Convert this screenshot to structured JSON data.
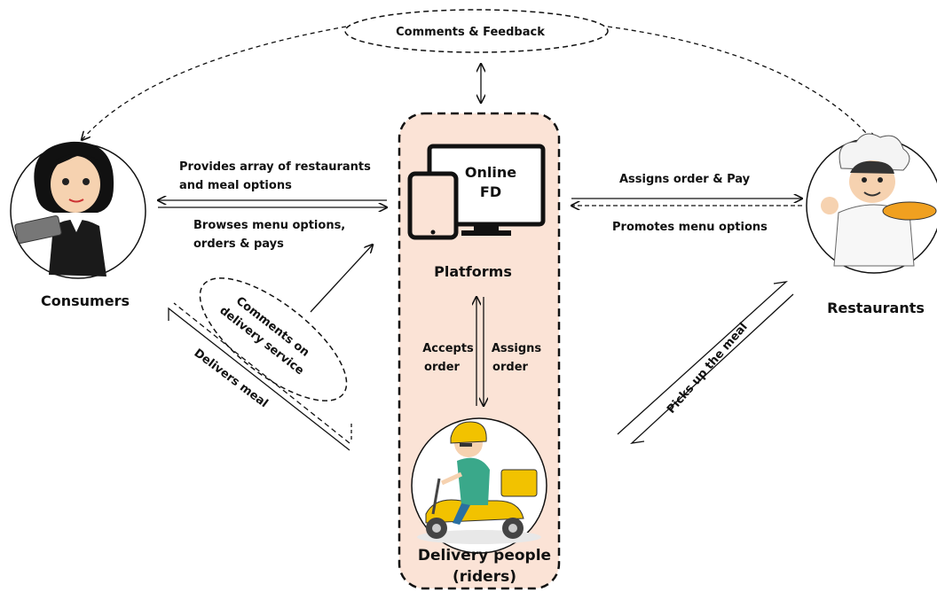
{
  "feedback_label": "Comments & Feedback",
  "platform": {
    "title_line1": "Online",
    "title_line2": "FD",
    "label": "Platforms"
  },
  "delivery": {
    "label_line1": "Delivery people",
    "label_line2": "(riders)"
  },
  "consumers_label": "Consumers",
  "restaurants_label": "Restaurants",
  "flows": {
    "provides_line1": "Provides array of restaurants",
    "provides_line2": "and meal options",
    "browses_line1": "Browses menu options,",
    "browses_line2": "orders & pays",
    "assigns_pay": "Assigns order & Pay",
    "promotes": "Promotes menu options",
    "accepts_line1": "Accepts",
    "accepts_line2": "order",
    "assigns_line1": "Assigns",
    "assigns_line2": "order",
    "comments_line1": "Comments on",
    "comments_line2": "delivery service",
    "delivers_meal": "Delivers meal",
    "picks_up": "Picks up the meal"
  },
  "colors": {
    "platform_fill": "#fbe3d6",
    "rider_helmet": "#f2c200",
    "rider_shirt": "#3aa88a",
    "chef_bowl": "#f0a020"
  }
}
